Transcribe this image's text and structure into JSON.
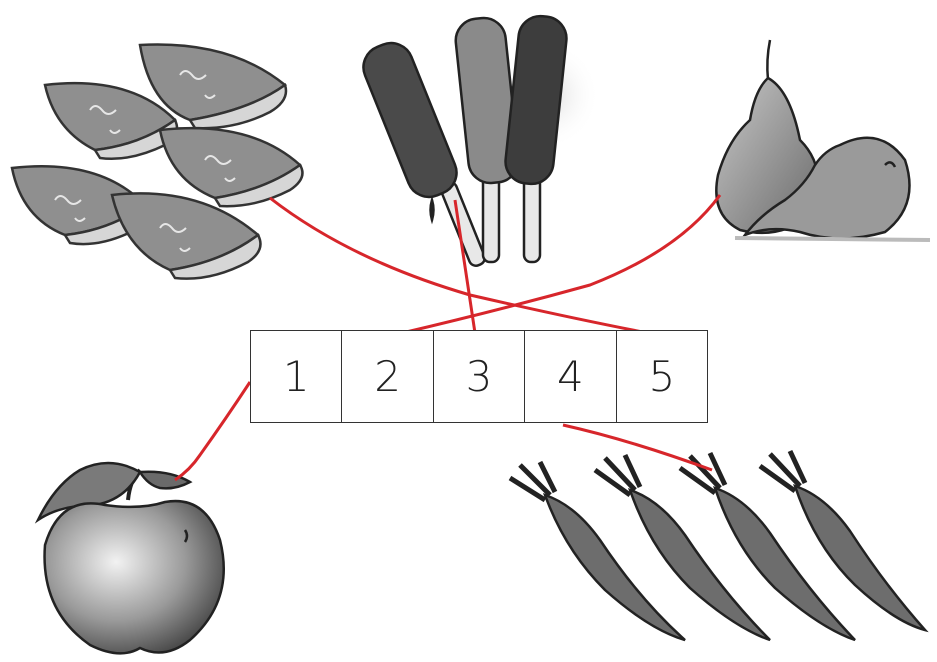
{
  "numbers": [
    "1",
    "2",
    "3",
    "4",
    "5"
  ],
  "items": [
    {
      "name": "melon-slices",
      "number": "5"
    },
    {
      "name": "ice-pops",
      "number": "3"
    },
    {
      "name": "pears",
      "number": "2"
    },
    {
      "name": "apple",
      "number": "1"
    },
    {
      "name": "carrots",
      "number": "4"
    }
  ],
  "colors": {
    "line": "#d7262b",
    "ink": "#333333",
    "melon_fill": "#8f8f8f",
    "pop_dark": "#4a4a4a",
    "pop_mid": "#8a8a8a",
    "pop_light": "#b8b8b8",
    "pear_fill": "#9a9a9a",
    "apple_fill": "#7a7a7a",
    "carrot_fill": "#6d6d6d"
  }
}
